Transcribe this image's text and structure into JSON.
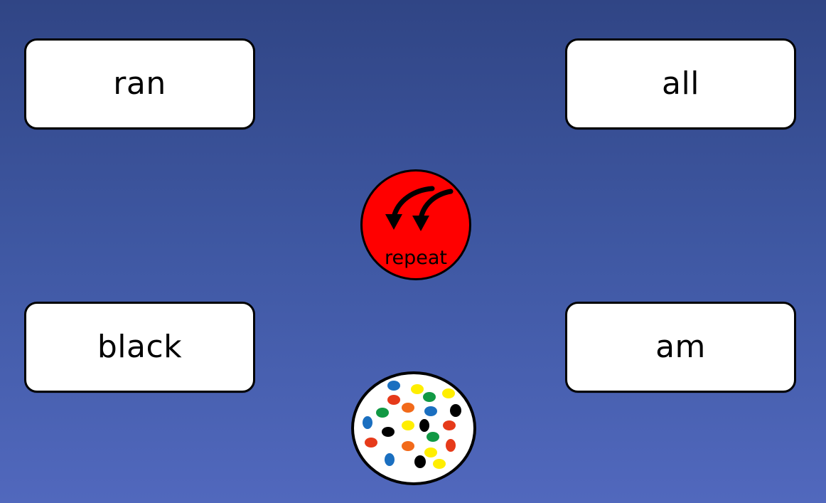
{
  "words": {
    "top_left": "ran",
    "top_right": "all",
    "bottom_left": "black",
    "bottom_right": "am"
  },
  "repeat_button": {
    "label": "repeat",
    "icon": "double-curved-arrow-icon",
    "color": "#ff0000"
  },
  "reward": {
    "icon": "sweets-plate-icon",
    "candy_colors": [
      "#1a6fc0",
      "#ffee00",
      "#119944",
      "#e63a1a",
      "#f26a1a",
      "#000000"
    ]
  },
  "colors": {
    "background_top": "#304585",
    "background_bottom": "#5168bd",
    "card_background": "#ffffff",
    "outline": "#000000"
  }
}
